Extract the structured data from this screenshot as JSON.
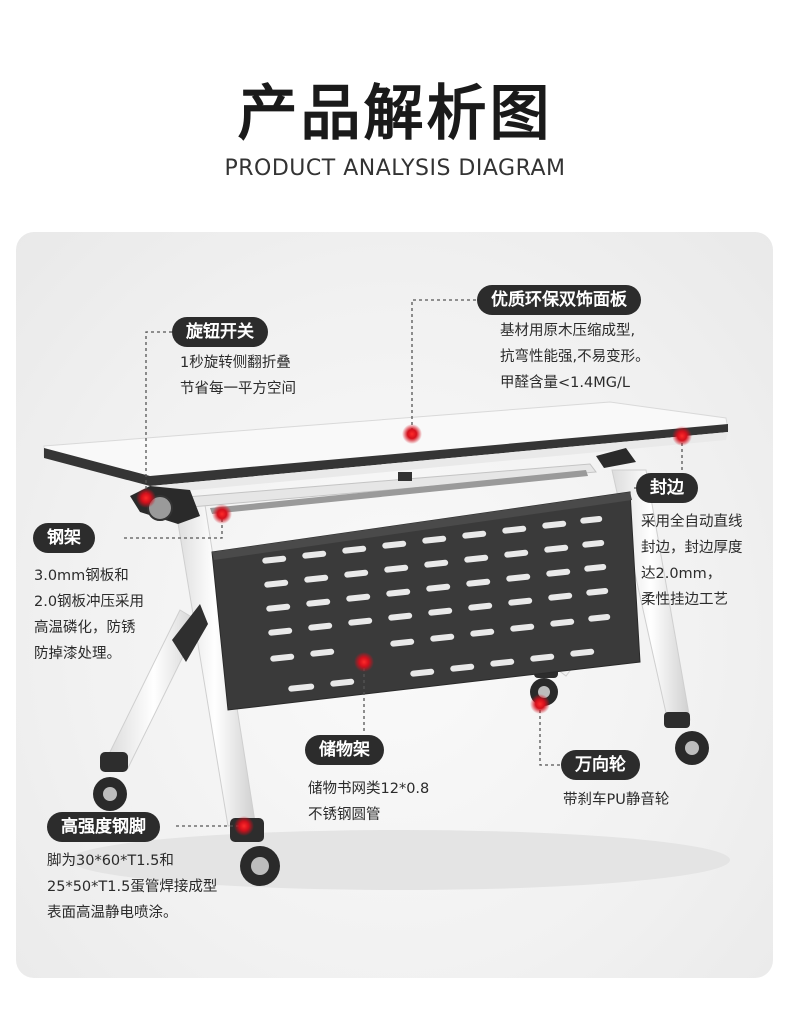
{
  "header": {
    "title": "产品解析图",
    "subtitle": "PRODUCT ANALYSIS DIAGRAM"
  },
  "callouts": {
    "knob": {
      "label": "旋钮开关",
      "lines": [
        "1秒旋转侧翻折叠",
        "节省每一平方空间"
      ]
    },
    "board": {
      "label": "优质环保双饰面板",
      "lines": [
        "基材用原木压缩成型,",
        "抗弯性能强,不易变形。",
        "甲醛含量<1.4MG/L"
      ]
    },
    "edge": {
      "label": "封边",
      "lines": [
        "采用全自动直线",
        "封边，封边厚度",
        "达2.0mm，",
        "柔性挂边工艺"
      ]
    },
    "frame": {
      "label": "钢架",
      "lines": [
        "3.0mm钢板和",
        "2.0钢板冲压采用",
        "高温磷化，防锈",
        "防掉漆处理。"
      ]
    },
    "storage": {
      "label": "储物架",
      "lines": [
        "储物书网类12*0.8",
        "不锈钢圆管"
      ]
    },
    "wheel": {
      "label": "万向轮",
      "lines": [
        "带刹车PU静音轮"
      ]
    },
    "legs": {
      "label": "高强度钢脚",
      "lines": [
        "脚为30*60*T1.5和",
        "25*50*T1.5蛋管焊接成型",
        "表面高温静电喷涂。"
      ]
    }
  },
  "colors": {
    "pill_bg": "#2c2c2c",
    "marker": "#e01020",
    "leader": "#555555",
    "panel_bg": "#f1f1f1"
  }
}
